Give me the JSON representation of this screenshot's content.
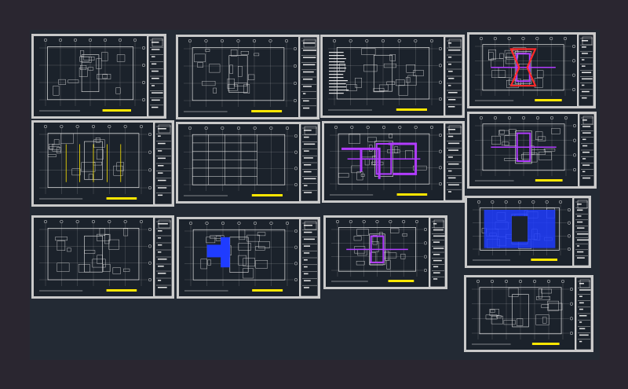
{
  "viewport": {
    "background": "#2a2630",
    "modelspace_bg": "#232a34"
  },
  "colors": {
    "sheet_border": "#c9c9c9",
    "sheet_bg": "#1b222b",
    "linework": "#e6e6e6",
    "accent_magenta": "#b23cff",
    "accent_blue": "#1f3cff",
    "accent_red": "#ff2a2a",
    "accent_yellow": "#ffe600"
  },
  "sheets": [
    {
      "id": "s1",
      "kind": "plan",
      "accent": "none",
      "yellow_lines": false
    },
    {
      "id": "s2",
      "kind": "plan",
      "accent": "none",
      "yellow_lines": false
    },
    {
      "id": "s3",
      "kind": "plan-legend",
      "accent": "none",
      "yellow_lines": false
    },
    {
      "id": "s4",
      "kind": "plan",
      "accent": "red-magenta",
      "yellow_lines": false
    },
    {
      "id": "s5",
      "kind": "grid",
      "accent": "none",
      "yellow_lines": true
    },
    {
      "id": "s6",
      "kind": "elevation",
      "accent": "none",
      "yellow_lines": false
    },
    {
      "id": "s7",
      "kind": "ducts",
      "accent": "magenta",
      "yellow_lines": false
    },
    {
      "id": "s8",
      "kind": "plan",
      "accent": "magenta",
      "yellow_lines": false
    },
    {
      "id": "s9",
      "kind": "grid",
      "accent": "none",
      "yellow_lines": false
    },
    {
      "id": "s10",
      "kind": "grid",
      "accent": "blue",
      "yellow_lines": false
    },
    {
      "id": "s11",
      "kind": "plan",
      "accent": "magenta",
      "yellow_lines": false
    },
    {
      "id": "s12",
      "kind": "plan",
      "accent": "blue",
      "yellow_lines": false
    },
    {
      "id": "s13",
      "kind": "plan",
      "accent": "none",
      "yellow_lines": false
    }
  ]
}
